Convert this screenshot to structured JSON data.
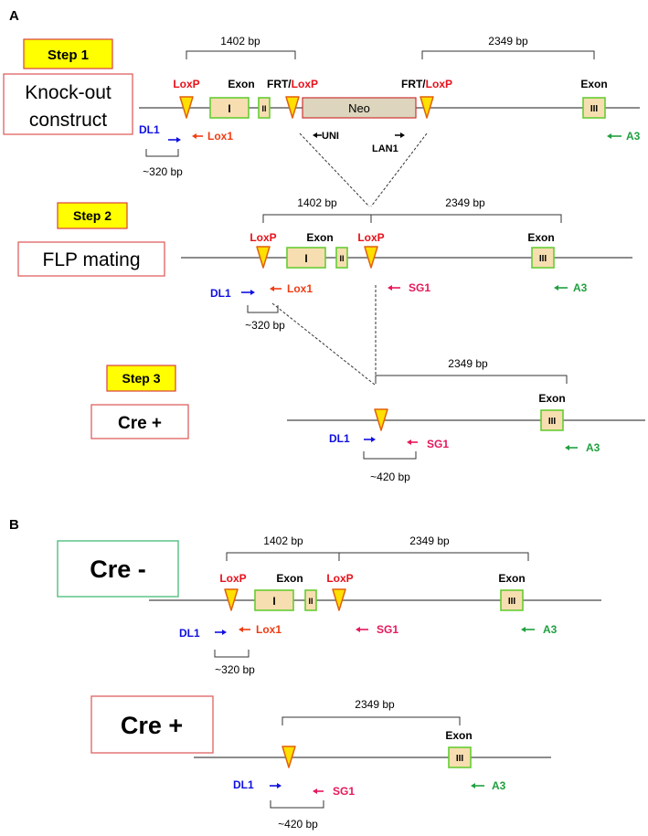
{
  "panels": {
    "a": "A",
    "b": "B"
  },
  "steps": {
    "step1": "Step 1",
    "step2": "Step 2",
    "step3": "Step 3"
  },
  "boxes": {
    "knockout_line1": "Knock-out",
    "knockout_line2": "construct",
    "flp": "FLP mating",
    "cre_plus": "Cre +",
    "cre_minus": "Cre -"
  },
  "labels": {
    "loxp": "LoxP",
    "frt": "FRT/",
    "exon": "Exon",
    "neo": "Neo",
    "exon_i": "I",
    "exon_ii": "II",
    "exon_iii": "III"
  },
  "sizes": {
    "bp1402": "1402 bp",
    "bp2349": "2349 bp",
    "bp320": "~320 bp",
    "bp420": "~420 bp"
  },
  "primers": {
    "dl1": "DL1",
    "lox1": "Lox1",
    "uni": "UNI",
    "lan1": "LAN1",
    "sg1": "SG1",
    "a3": "A3"
  },
  "colors": {
    "loxp_text": "#e8101a",
    "dl1": "#1010e0",
    "lox1": "#f03c14",
    "sg1": "#e6185a",
    "a3": "#20a040",
    "step_fill": "#ffff00",
    "step_border": "#d94040",
    "box_red": "#e06060",
    "box_green": "#44bb77"
  }
}
